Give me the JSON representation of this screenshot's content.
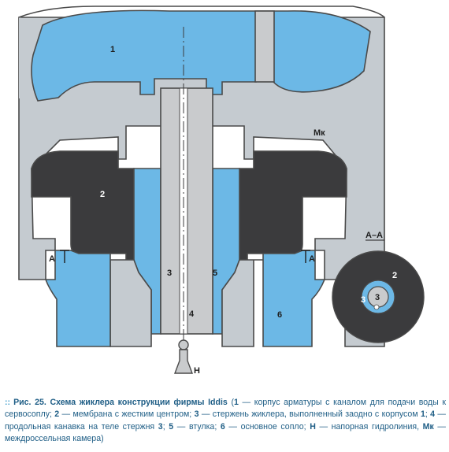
{
  "colors": {
    "body_gray": "#c5cbd0",
    "outline": "#4a4a4a",
    "water_blue": "#6cb8e6",
    "membrane_dark": "#3b3b3d",
    "rod_gray": "#c9cbcd",
    "caption_text": "#1f5e86",
    "caption_bullets": "#4aa3cf"
  },
  "diagram": {
    "labels": {
      "one": "1",
      "two": "2",
      "three": "3",
      "four": "4",
      "five": "5",
      "six": "6",
      "mk": "Мк",
      "h": "Н",
      "a_left": "А",
      "a_right": "А"
    },
    "section": {
      "title": "А–А",
      "two": "2",
      "three_left": "3",
      "three_center": "3"
    }
  },
  "caption": {
    "bullets": "::",
    "fig": "Рис. 25.",
    "title": "Схема жиклера конструкции фирмы Iddis",
    "p_open": "(",
    "n1": "1",
    "t1": "— корпус арматуры с каналом для подачи воды к сервосоплу;",
    "n2": "2",
    "t2": "— мембрана с жестким центром;",
    "n3": "3",
    "t3": "— стержень жиклера, выполненный заодно с корпусом",
    "n3b": "1",
    "t3b": ";",
    "n4": "4",
    "t4": "— продольная канавка на теле стержня",
    "n4b": "3",
    "t4b": ";",
    "n5": "5",
    "t5": "— втулка;",
    "n6": "6",
    "t6": "— основное сопло;",
    "nh": "Н",
    "th": "— напорная гидролиния,",
    "nmk": "Мк",
    "tmk": "— междроссельная камера)"
  }
}
